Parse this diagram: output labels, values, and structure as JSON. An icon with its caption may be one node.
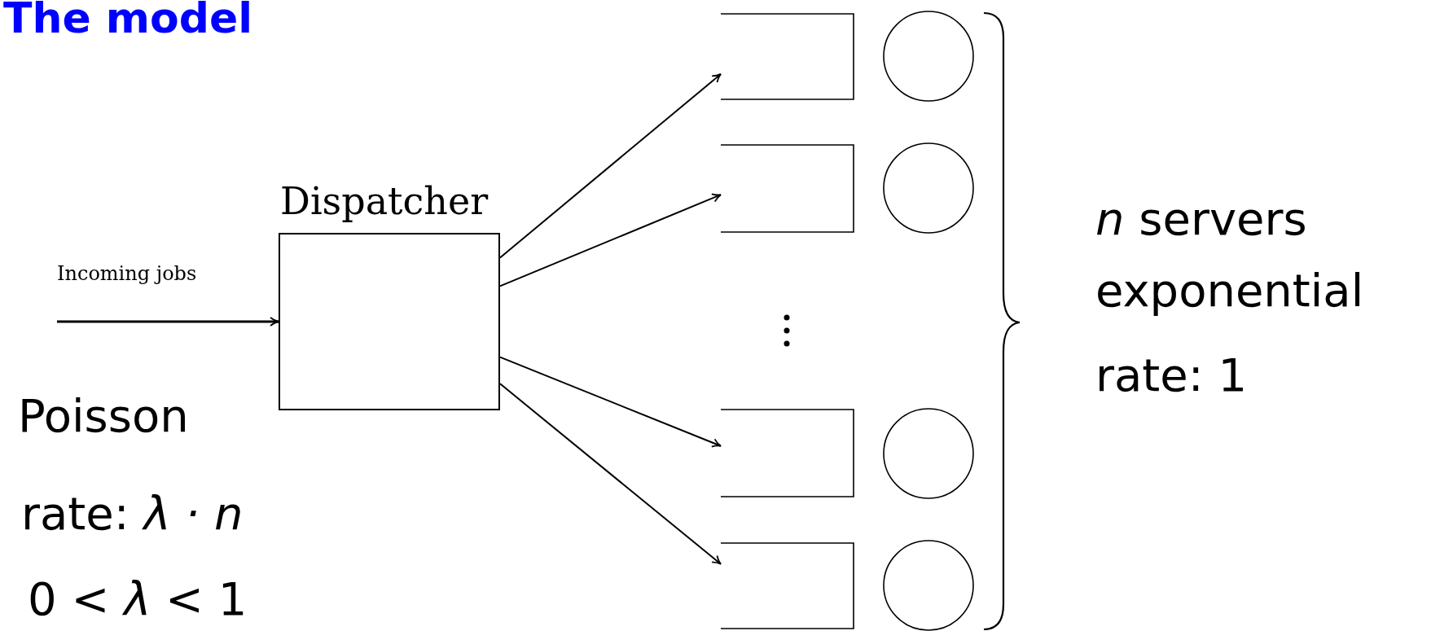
{
  "diagram": {
    "title": "The model",
    "nodes": [
      {
        "text": [
          "Dispatcher"
        ]
      },
      {
        "text": [],
        "shape": "box"
      },
      {
        "text": [],
        "shape": "box"
      },
      {
        "text": [],
        "shape": "box"
      },
      {
        "text": [],
        "shape": "box"
      },
      {
        "text": [],
        "shape": "circle"
      },
      {
        "text": [],
        "shape": "circle"
      },
      {
        "text": [],
        "shape": "circle"
      },
      {
        "text": [],
        "shape": "circle"
      }
    ],
    "edges": [
      {
        "from": null,
        "to": 0,
        "arrow": "to",
        "label": "Incoming jobs"
      },
      {
        "from": 0,
        "to": 1,
        "arrow": "to"
      },
      {
        "from": 0,
        "to": 2,
        "arrow": "to"
      },
      {
        "from": 0,
        "to": 3,
        "arrow": "to"
      },
      {
        "from": 0,
        "to": 4,
        "arrow": "to"
      }
    ],
    "labels": [
      "Poisson",
      "rate: *λ · n*",
      "0 < *λ* < 1",
      "*n* servers",
      "exponential",
      "rate: 1"
    ]
  }
}
